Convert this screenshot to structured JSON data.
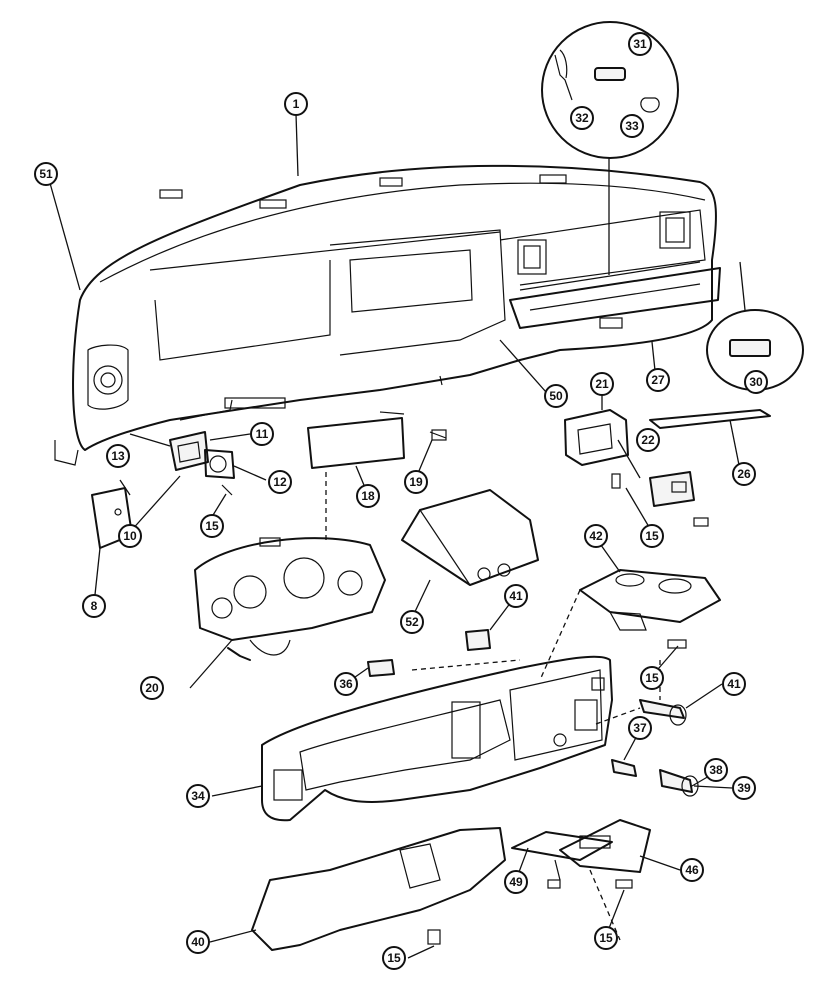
{
  "callouts": [
    {
      "id": "c1",
      "label": "1"
    },
    {
      "id": "c51",
      "label": "51"
    },
    {
      "id": "c31",
      "label": "31"
    },
    {
      "id": "c32",
      "label": "32"
    },
    {
      "id": "c33",
      "label": "33"
    },
    {
      "id": "c11",
      "label": "11"
    },
    {
      "id": "c13",
      "label": "13"
    },
    {
      "id": "c12",
      "label": "12"
    },
    {
      "id": "c10",
      "label": "10"
    },
    {
      "id": "c15a",
      "label": "15"
    },
    {
      "id": "c8",
      "label": "8"
    },
    {
      "id": "c18",
      "label": "18"
    },
    {
      "id": "c19",
      "label": "19"
    },
    {
      "id": "c50",
      "label": "50"
    },
    {
      "id": "c27",
      "label": "27"
    },
    {
      "id": "c30",
      "label": "30"
    },
    {
      "id": "c21",
      "label": "21"
    },
    {
      "id": "c22",
      "label": "22"
    },
    {
      "id": "c26",
      "label": "26"
    },
    {
      "id": "c15b",
      "label": "15"
    },
    {
      "id": "c20",
      "label": "20"
    },
    {
      "id": "c52",
      "label": "52"
    },
    {
      "id": "c42",
      "label": "42"
    },
    {
      "id": "c41a",
      "label": "41"
    },
    {
      "id": "c15c",
      "label": "15"
    },
    {
      "id": "c36",
      "label": "36"
    },
    {
      "id": "c41b",
      "label": "41"
    },
    {
      "id": "c37",
      "label": "37"
    },
    {
      "id": "c38",
      "label": "38"
    },
    {
      "id": "c39",
      "label": "39"
    },
    {
      "id": "c34",
      "label": "34"
    },
    {
      "id": "c49",
      "label": "49"
    },
    {
      "id": "c46",
      "label": "46"
    },
    {
      "id": "c40",
      "label": "40"
    },
    {
      "id": "c15d",
      "label": "15"
    },
    {
      "id": "c15e",
      "label": "15"
    }
  ]
}
